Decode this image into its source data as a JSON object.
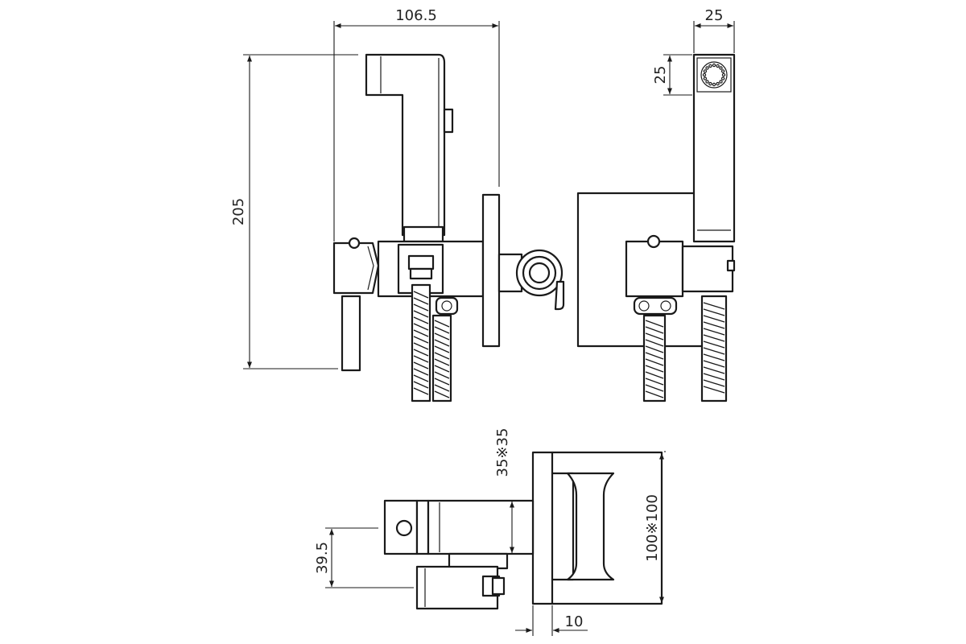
{
  "dimensions": {
    "width": "106.5",
    "height": "205",
    "head_width": "25",
    "head_height": "25",
    "body_size": "35※35",
    "plate_size": "100※100",
    "offset": "39.5",
    "plate_thickness": "10"
  }
}
